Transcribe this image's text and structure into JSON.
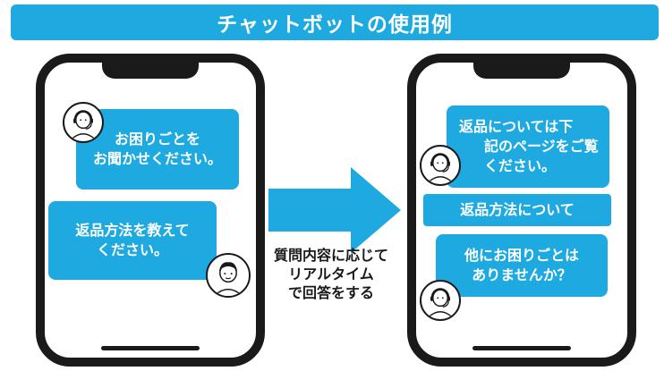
{
  "title": "チャットボットの使用例",
  "left_phone": {
    "bot_message": [
      "お困りごとを",
      "お聞かせください。"
    ],
    "user_message": [
      "返品方法を教えて",
      "ください。"
    ]
  },
  "arrow_caption": [
    "質問内容に応じて",
    "リアルタイム",
    "で回答をする"
  ],
  "right_phone": {
    "bot_reply": [
      "返品については下",
      "記のページをご覧",
      "ください。"
    ],
    "link_button": "返品方法について",
    "bot_followup": [
      "他にお困りごとは",
      "ありませんか？"
    ]
  },
  "colors": {
    "accent": "#1fa9e1",
    "frame": "#1a1a1a",
    "background": "#ffffff"
  },
  "icons": [
    "operator-avatar-icon",
    "user-avatar-icon",
    "right-arrow-icon"
  ]
}
